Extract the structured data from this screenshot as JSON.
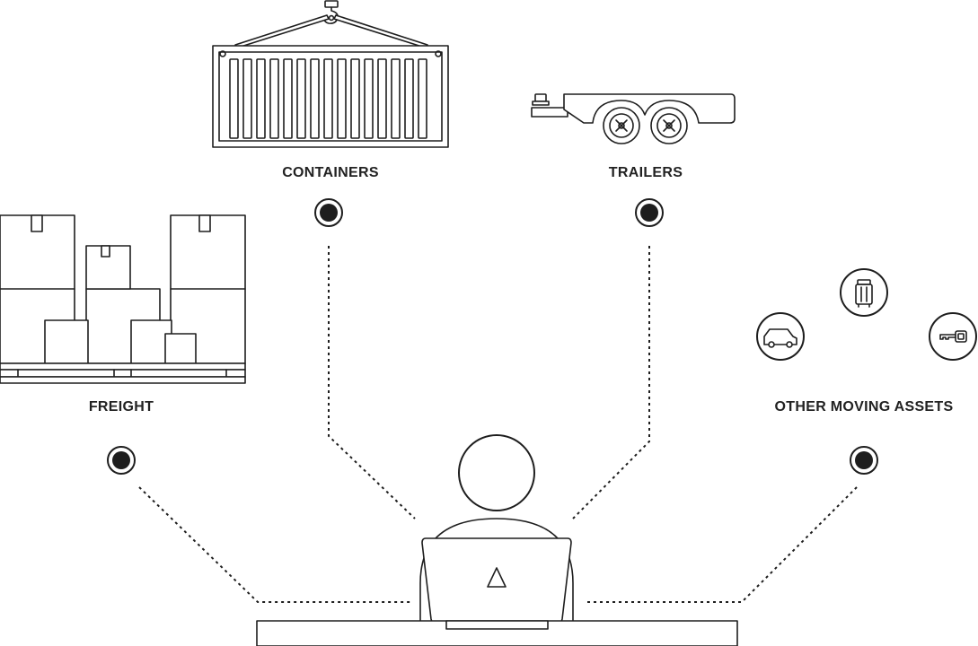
{
  "labels": {
    "containers": "CONTAINERS",
    "trailers": "TRAILERS",
    "freight": "FREIGHT",
    "other_moving_assets": "OTHER MOVING ASSETS"
  },
  "icons": {
    "container": "shipping-container-icon",
    "trailer": "trailer-icon",
    "freight": "pallet-boxes-icon",
    "car": "car-icon",
    "luggage": "luggage-icon",
    "key": "key-icon",
    "user": "person-with-laptop-icon",
    "laptop_logo": "triangle-logo-icon"
  },
  "colors": {
    "ink": "#1e1e1e",
    "background": "#ffffff"
  }
}
